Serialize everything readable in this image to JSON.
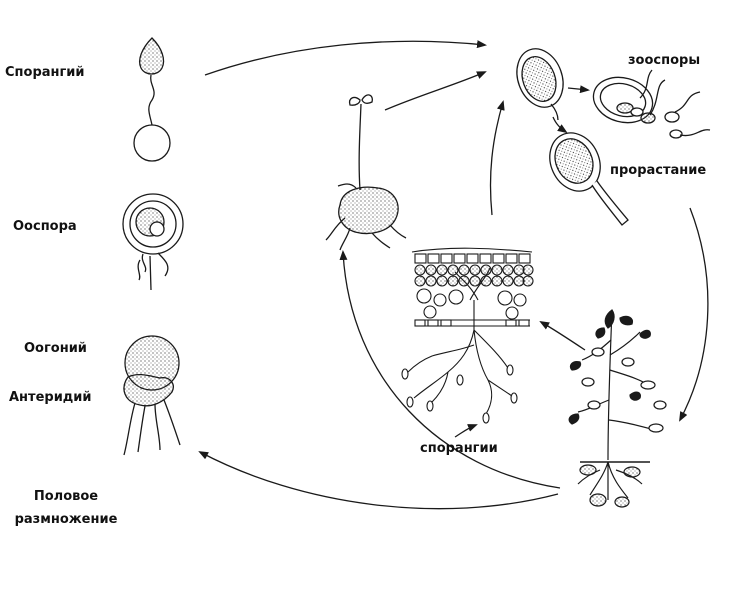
{
  "labels": {
    "sporangium": "Спорангий",
    "oospore": "Ооспора",
    "oogonium": "Оогоний",
    "antheridium": "Антеридий",
    "sexual_reproduction_line1": "Половое",
    "sexual_reproduction_line2": "размножение",
    "zoospores": "зооспоры",
    "germination": "прорастание",
    "sporangia": "спорангии"
  },
  "colors": {
    "line": "#1a1a1a",
    "background": "#ffffff"
  }
}
